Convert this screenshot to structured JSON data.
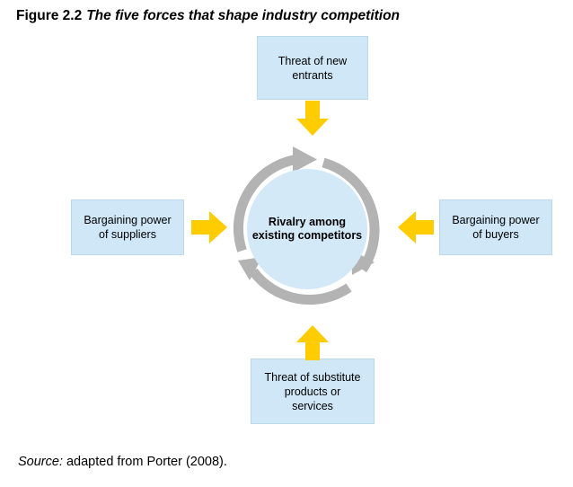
{
  "figure": {
    "label": "Figure 2.2",
    "caption": "The five forces that shape industry competition"
  },
  "diagram": {
    "type": "porter-five-forces",
    "center": {
      "name": "rivalry",
      "text": "Rivalry among existing competitors",
      "line1": "Rivalry among",
      "line2": "existing",
      "line3": "competitors"
    },
    "forces": [
      {
        "name": "threat-of-new-entrants",
        "position": "top",
        "line1": "Threat of new",
        "line2": "entrants",
        "arrow": "down"
      },
      {
        "name": "bargaining-power-of-suppliers",
        "position": "left",
        "line1": "Bargaining power",
        "line2": "of suppliers",
        "arrow": "right"
      },
      {
        "name": "bargaining-power-of-buyers",
        "position": "right",
        "line1": "Bargaining power",
        "line2": "of buyers",
        "arrow": "left"
      },
      {
        "name": "threat-of-substitute-products-or-services",
        "position": "bottom",
        "line1": "Threat of substitute",
        "line2": "products or",
        "line3": "services",
        "arrow": "up"
      }
    ],
    "colors": {
      "box_fill": "#cfe7f7",
      "box_border": "#bcd9ec",
      "circle_fill": "#d4e9f7",
      "arrow_yellow": "#ffcc00",
      "cycle_arrow_gray": "#b3b3b3",
      "text": "#000000",
      "background": "#ffffff"
    },
    "cycle_direction": "clockwise",
    "cycle_arc_count": 3
  },
  "source": {
    "label": "Source:",
    "text": "adapted from Porter (2008)."
  }
}
